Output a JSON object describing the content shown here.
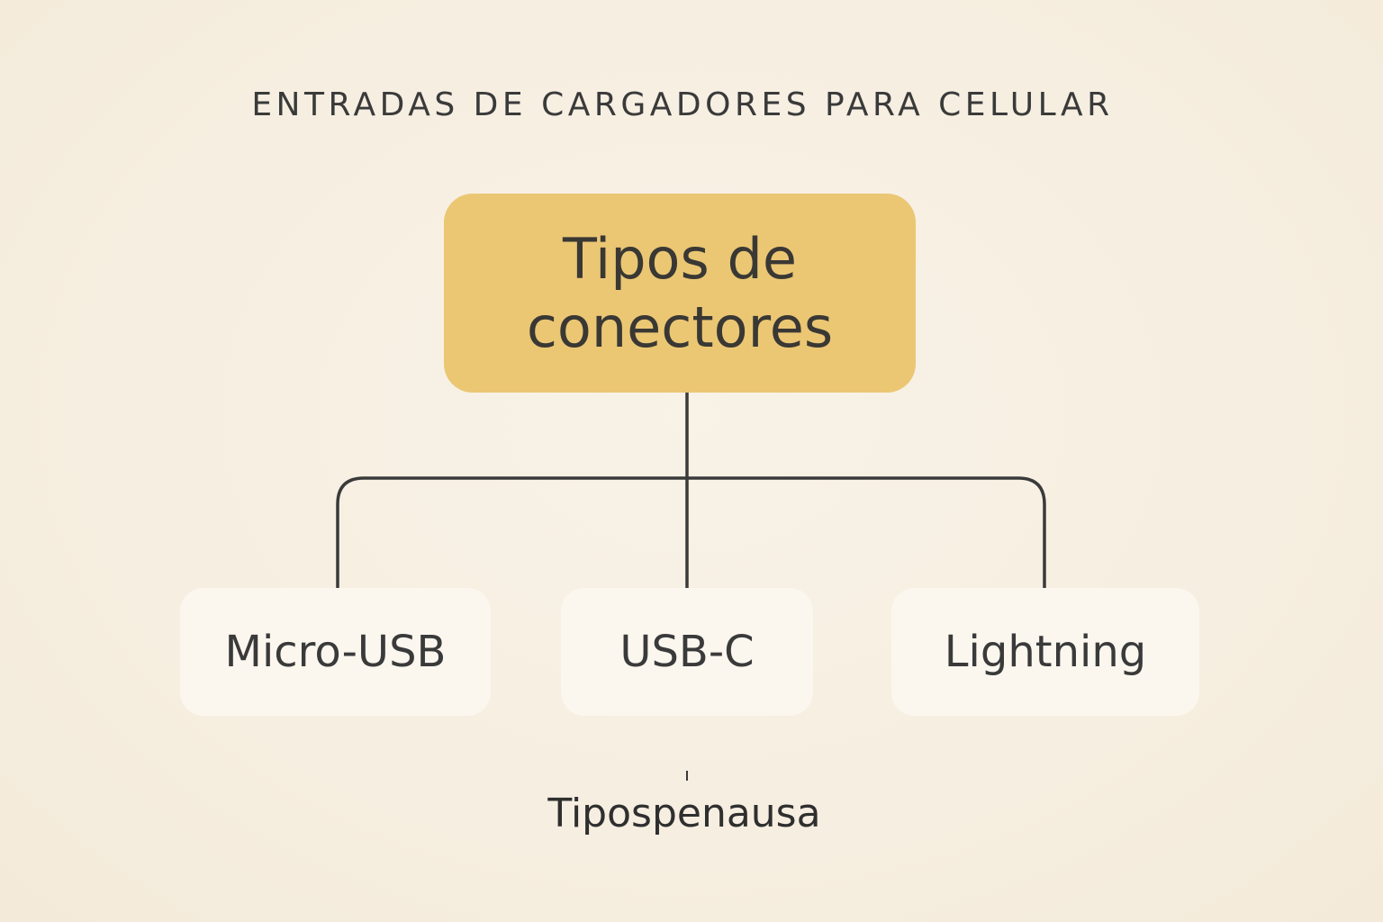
{
  "title": "ENTRADAS DE CARGADORES PARA CELULAR",
  "root": {
    "label": "Tipos de conectores"
  },
  "children": [
    {
      "label": "Micro-USB"
    },
    {
      "label": "USB-C"
    },
    {
      "label": "Lightning"
    }
  ],
  "footer": {
    "text": "Tipospenausa"
  },
  "colors": {
    "background": "#f7f0e3",
    "root_fill": "#ebc774",
    "child_fill": "#fbf7ef",
    "line": "#3a3a3a",
    "text": "#3a3a3a"
  }
}
